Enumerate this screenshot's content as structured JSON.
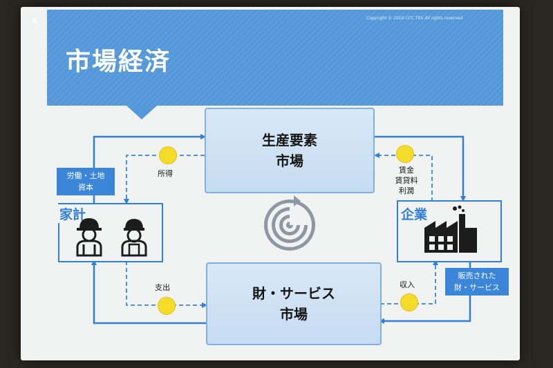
{
  "slide": {
    "page_number": "4",
    "copyright": "Copyright © 2018 CCC TRS All rights reserved",
    "title": "市場経済"
  },
  "markets": {
    "factor": [
      "生産要素",
      "市場"
    ],
    "goods": [
      "財・サービス",
      "市場"
    ]
  },
  "agents": {
    "household": "家計",
    "firm": "企業"
  },
  "flows": {
    "labor_land_capital": [
      "労働・土地",
      "資本"
    ],
    "goods_sold": [
      "販売された",
      "財・サービス"
    ],
    "income": "所得",
    "wages_rent_profit": [
      "賃金",
      "賃貸料",
      "利潤"
    ],
    "expenditure": "支出",
    "revenue": "収入"
  },
  "colors": {
    "title_band": "#5599da",
    "flow_line": "#2f7fd6",
    "market_fill": "#cfe2f5",
    "coin": "#f4dc29"
  },
  "icons": [
    "worker-helmet-icon",
    "worker-cap-icon",
    "factory-icon",
    "spiral-icon"
  ]
}
